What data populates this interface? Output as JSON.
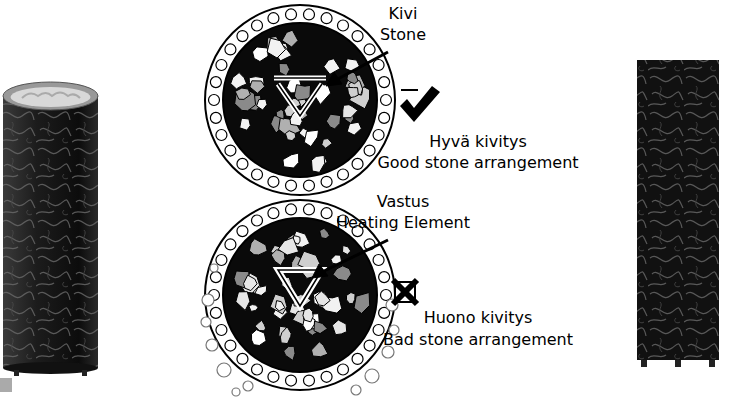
{
  "diagram": {
    "labels": [
      "Kivi",
      "Stone",
      "Hyvä kivitys",
      "Good stone arrangement",
      "Vastus",
      "Heating Element",
      "Huono kivitys",
      "Bad stone arrangement"
    ]
  }
}
